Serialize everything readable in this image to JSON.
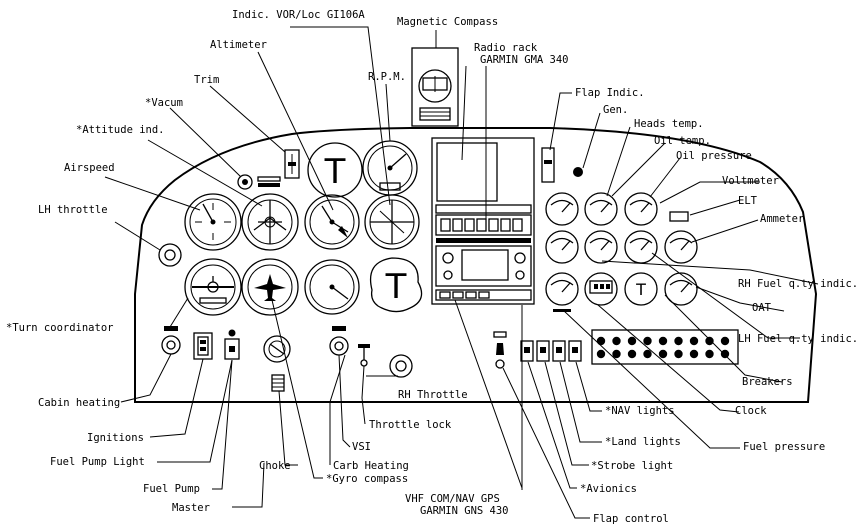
{
  "diagram": {
    "labels": {
      "vor_loc": "Indic. VOR/Loc GI106A",
      "compass": "Magnetic Compass",
      "altimeter": "Altimeter",
      "radio_rack_1": "Radio rack",
      "radio_rack_2": "GARMIN GMA 340",
      "rpm": "R.P.M.",
      "trim": "Trim",
      "vacum": "*Vacum",
      "flap_indic": "Flap Indic.",
      "gen": "Gen.",
      "heads_temp": "Heads temp.",
      "attitude": "*Attitude ind.",
      "oil_temp": "Oil temp.",
      "oil_pressure": "Oil pressure",
      "airspeed": "Airspeed",
      "voltmeter": "Voltmeter",
      "elt": "ELT",
      "lh_throttle": "LH throttle",
      "ammeter": "Ammeter",
      "rh_fuel": "RH Fuel q.ty indic.",
      "oat": "OAT",
      "turn_coord": "*Turn coordinator",
      "lh_fuel": "LH Fuel q.ty indic.",
      "breakers": "Breakers",
      "cabin_heating": "Cabin heating",
      "rh_throttle": "RH Throttle",
      "nav_lights": "*NAV lights",
      "clock": "Clock",
      "throttle_lock": "Throttle lock",
      "ignitions": "Ignitions",
      "land_lights": "*Land lights",
      "fuel_pressure": "Fuel pressure",
      "vsi": "VSI",
      "fuel_pump_light": "Fuel Pump Light",
      "choke": "Choke",
      "carb_heating": "Carb Heating",
      "strobe": "*Strobe light",
      "gyro_compass": "*Gyro compass",
      "fuel_pump": "Fuel Pump",
      "avionics": "*Avionics",
      "master": "Master",
      "gps_1": "VHF COM/NAV GPS",
      "gps_2": "GARMIN GNS 430",
      "flap_control": "Flap control"
    },
    "instrument_glyphs": {
      "blank_gauge": "T"
    }
  }
}
